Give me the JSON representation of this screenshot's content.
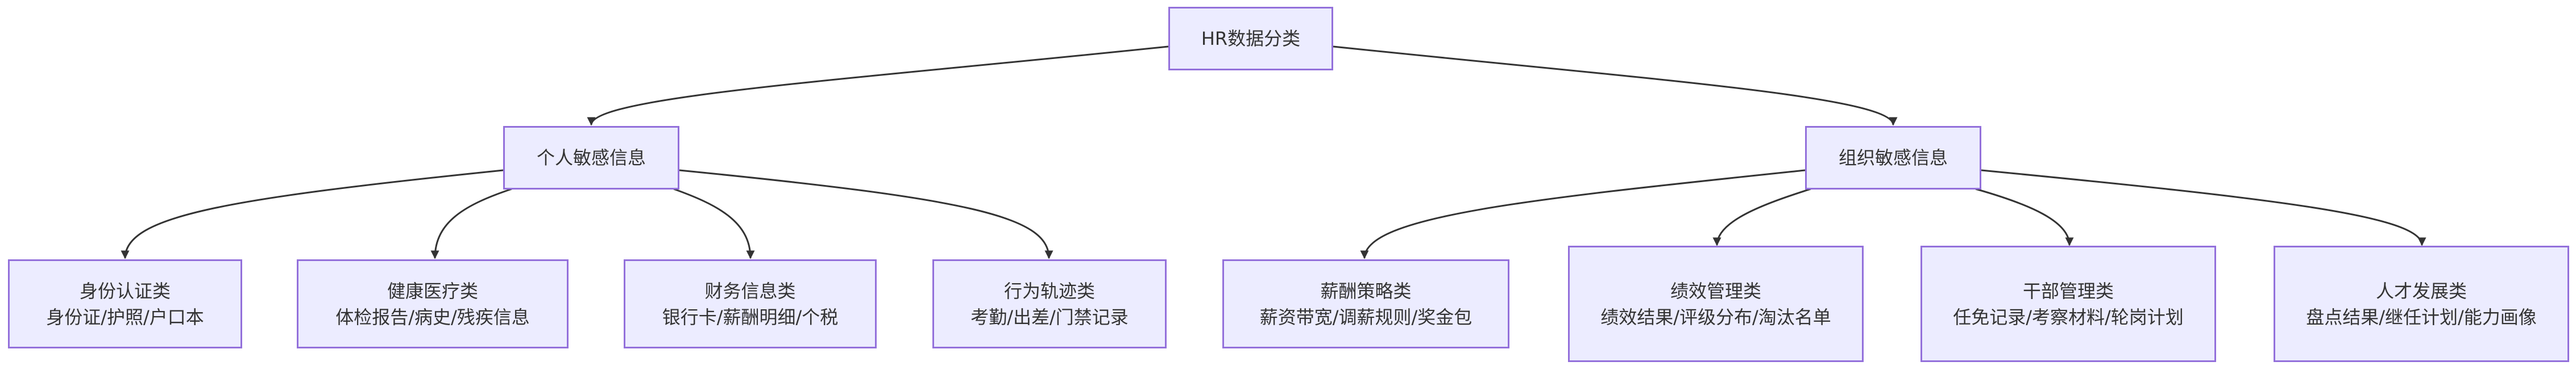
{
  "diagram": {
    "type": "tree",
    "colors": {
      "node_fill": "#ececff",
      "node_border": "#9370db",
      "edge": "#333333",
      "text": "#333333"
    },
    "root": {
      "title": "HR数据分类"
    },
    "categories": [
      {
        "id": "personal",
        "title": "个人敏感信息"
      },
      {
        "id": "org",
        "title": "组织敏感信息"
      }
    ],
    "leaves": [
      {
        "id": "identity",
        "parent": "personal",
        "title": "身份认证类",
        "desc": "身份证/护照/户口本"
      },
      {
        "id": "health",
        "parent": "personal",
        "title": "健康医疗类",
        "desc": "体检报告/病史/残疾信息"
      },
      {
        "id": "finance",
        "parent": "personal",
        "title": "财务信息类",
        "desc": "银行卡/薪酬明细/个税"
      },
      {
        "id": "behavior",
        "parent": "personal",
        "title": "行为轨迹类",
        "desc": "考勤/出差/门禁记录"
      },
      {
        "id": "salary",
        "parent": "org",
        "title": "薪酬策略类",
        "desc": "薪资带宽/调薪规则/奖金包"
      },
      {
        "id": "performance",
        "parent": "org",
        "title": "绩效管理类",
        "desc": "绩效结果/评级分布/淘汰名单"
      },
      {
        "id": "cadre",
        "parent": "org",
        "title": "干部管理类",
        "desc": "任免记录/考察材料/轮岗计划"
      },
      {
        "id": "talent",
        "parent": "org",
        "title": "人才发展类",
        "desc": "盘点结果/继任计划/能力画像"
      }
    ]
  }
}
